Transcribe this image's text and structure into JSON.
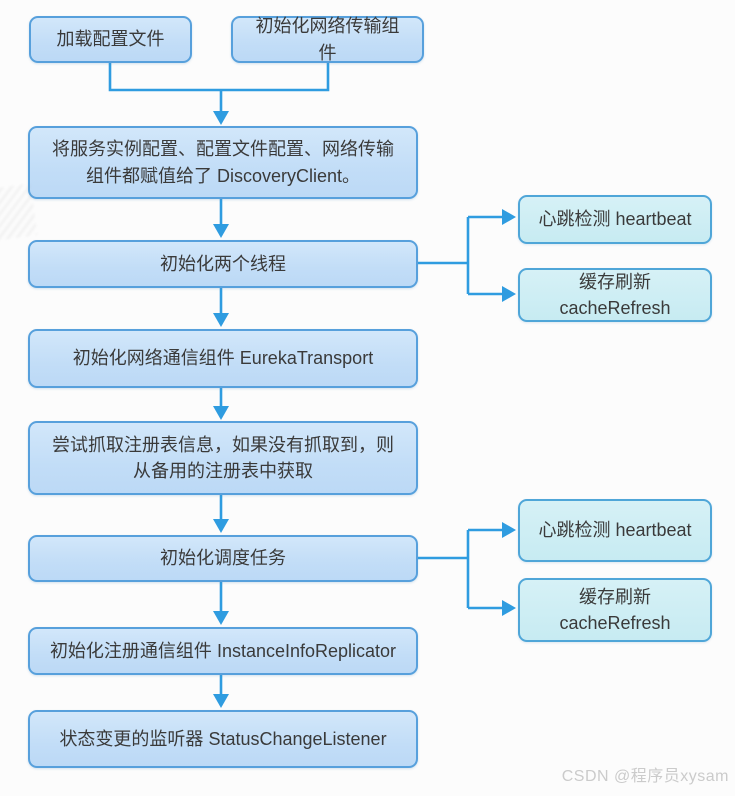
{
  "nodes": {
    "load_config": {
      "label": "加载配置文件"
    },
    "init_transport": {
      "label": "初始化网络传输组件"
    },
    "assign_discovery_client": {
      "label": "将服务实例配置、配置文件配置、网络传输组件都赋值给了 DiscoveryClient。"
    },
    "init_two_threads": {
      "label": "初始化两个线程"
    },
    "eureka_transport": {
      "label": "初始化网络通信组件 EurekaTransport"
    },
    "fetch_registry": {
      "label": "尝试抓取注册表信息，如果没有抓取到，则从备用的注册表中获取"
    },
    "init_scheduled_tasks": {
      "label": "初始化调度任务"
    },
    "instance_info_replicator": {
      "label": "初始化注册通信组件 InstanceInfoReplicator"
    },
    "status_change_listener": {
      "label": "状态变更的监听器 StatusChangeListener"
    },
    "heartbeat_1": {
      "label": "心跳检测 heartbeat"
    },
    "cache_refresh_1": {
      "line1": "缓存刷新",
      "line2": "cacheRefresh"
    },
    "heartbeat_2": {
      "label": "心跳检测 heartbeat"
    },
    "cache_refresh_2": {
      "line1": "缓存刷新",
      "line2": "cacheRefresh"
    }
  },
  "colors": {
    "main_box_fill": "#c2ddf7",
    "main_box_border": "#57a0dc",
    "side_box_fill": "#c7ebf2",
    "side_box_border": "#4fa6d8",
    "arrow": "#2f9ce0",
    "text": "#3a3a3a",
    "watermark_text": "#cbcbcb"
  },
  "watermark": "CSDN @程序员xysam"
}
